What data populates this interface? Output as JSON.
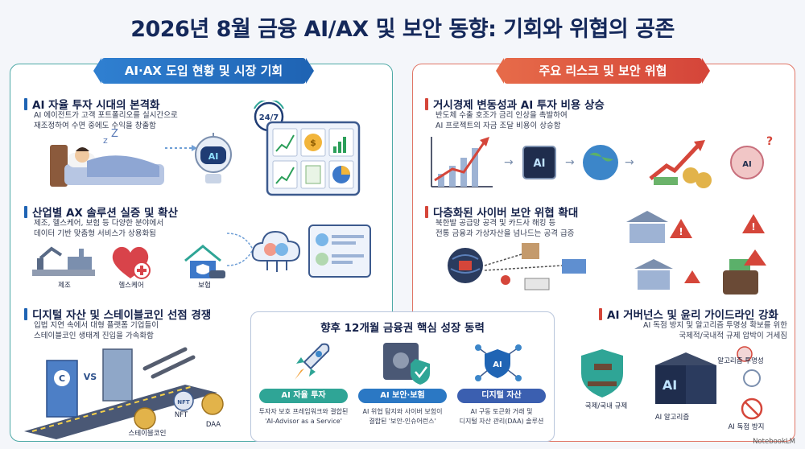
{
  "title": "2026년 8월 금융 AI/AX 및 보안 동향: 기회와 위협의 공존",
  "left_banner": "AI·AX 도입 현황 및 시장 기회",
  "right_banner": "주요 리스크 및 보안 위협",
  "left_sections": [
    {
      "heading": "AI 자율 투자 시대의 본격화",
      "desc1": "AI 에이전트가 고객 포트폴리오를 실시간으로",
      "desc2": "재조정하여 수면 중에도 수익을 창출함",
      "badge_247": "24/7",
      "robot_label": "AI"
    },
    {
      "heading": "산업별 AX 솔루션 실증 및 확산",
      "desc1": "제조, 헬스케어, 보험 등 다양한 분야에서",
      "desc2": "데이터 기반 맞춤형 서비스가 상용화됨",
      "labels": [
        "제조",
        "헬스케어",
        "보험"
      ]
    },
    {
      "heading": "디지털 자산 및 스테이블코인 선점 경쟁",
      "desc1": "입법 지연 속에서 대형 플랫폼 기업들이",
      "desc2": "스테이블코인 생태계 진입을 가속화함",
      "vs": "VS",
      "coin_letter": "C",
      "nft": "NFT",
      "labels": [
        "스테이블코인",
        "NFT",
        "DAA"
      ]
    }
  ],
  "right_sections": [
    {
      "heading": "거시경제 변동성과 AI 투자 비용 상승",
      "desc1": "반도체 수출 호조가 금리 인상을 촉발하여",
      "desc2": "AI 프로젝트의 자금 조달 비용이 상승함",
      "chip_label": "AI"
    },
    {
      "heading": "다층화된 사이버 보안 위협 확대",
      "desc1": "북한발 공급망 공격 및 카드사 해킹 등",
      "desc2": "전통 금융과 가상자산을 넘나드는 공격 급증"
    },
    {
      "heading": "AI 거버넌스 및 윤리 가이드라인 강화",
      "desc1": "AI 독점 방지 및 알고리즘 투명성 확보를 위한",
      "desc2": "국제적/국내적 규제 압박이 거세짐",
      "chip_label": "AI",
      "labels": [
        "국제/국내 규제",
        "AI 알고리즘",
        "알고리즘 투명성",
        "AI 독점 방지"
      ]
    }
  ],
  "center": {
    "title": "향후 12개월 금융권 핵심 성장 동력",
    "shield_label": "AI",
    "pills": [
      {
        "label": "AI 자율 투자",
        "desc1": "투자자 보호 프레임워크와 결합된",
        "desc2": "'AI-Advisor as a Service'",
        "color": "#2fa596"
      },
      {
        "label": "AI 보안·보험",
        "desc1": "AI 위협 탐지와 사이버 보험이",
        "desc2": "결합된 '보안-인슈어런스'",
        "color": "#2b78c4"
      },
      {
        "label": "디지털 자산",
        "desc1": "AI 구동 토큰화 거래 및",
        "desc2": "디지털 자산 관리(DAA) 솔루션",
        "color": "#3b5fb0"
      }
    ]
  },
  "watermark": "NotebookLM",
  "colors": {
    "navy": "#14285a",
    "teal_border": "#4da9a6",
    "red_border": "#e07566",
    "blue_banner": "#1f64b4",
    "red_banner": "#d5463a"
  }
}
